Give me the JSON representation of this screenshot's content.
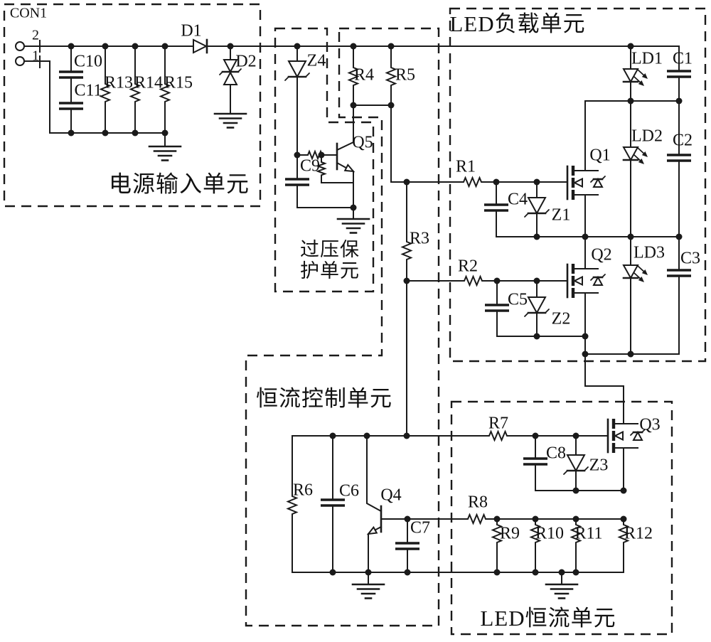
{
  "units": {
    "power_input": {
      "label": "电源输入单元"
    },
    "overvoltage_protection": {
      "label_line1": "过压保",
      "label_line2": "护单元"
    },
    "led_load": {
      "label": "LED负载单元"
    },
    "constant_current_control": {
      "label": "恒流控制单元"
    },
    "led_constant_current": {
      "label": "LED恒流单元"
    }
  },
  "connector": {
    "label": "CON1",
    "pin_top": "2",
    "pin_bottom": "1"
  },
  "components": {
    "c10": "C10",
    "c11": "C11",
    "r13": "R13",
    "r14": "R14",
    "r15": "R15",
    "d1": "D1",
    "d2": "D2",
    "z4": "Z4",
    "c9": "C9",
    "q5": "Q5",
    "r4": "R4",
    "r5": "R5",
    "r1": "R1",
    "r2": "R2",
    "r3": "R3",
    "c4": "C4",
    "z1": "Z1",
    "q1": "Q1",
    "c5": "C5",
    "z2": "Z2",
    "q2": "Q2",
    "ld1": "LD1",
    "ld2": "LD2",
    "ld3": "LD3",
    "c1": "C1",
    "c2": "C2",
    "c3": "C3",
    "r6": "R6",
    "c6": "C6",
    "q4": "Q4",
    "c7": "C7",
    "r7": "R7",
    "c8": "C8",
    "z3": "Z3",
    "q3": "Q3",
    "r8": "R8",
    "r9": "R9",
    "r10": "R10",
    "r11": "R11",
    "r12": "R12"
  },
  "colors": {
    "line": "#1a1a1a",
    "background": "#ffffff"
  }
}
